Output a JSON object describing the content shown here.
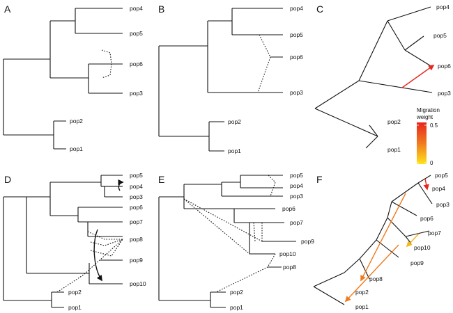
{
  "panels": {
    "A": {
      "letter": "A",
      "leaves": [
        "pop4",
        "pop5",
        "pop6",
        "pop3",
        "pop2",
        "pop1"
      ]
    },
    "B": {
      "letter": "B",
      "leaves": [
        "pop4",
        "pop5",
        "pop6",
        "pop3",
        "pop2",
        "pop1"
      ]
    },
    "C": {
      "letter": "C",
      "leaves": [
        "pop4",
        "pop5",
        "pop6",
        "pop3",
        "pop2",
        "pop1"
      ]
    },
    "D": {
      "letter": "D",
      "leaves": [
        "pop5",
        "pop4",
        "pop3",
        "pop6",
        "pop7",
        "pop8",
        "pop9",
        "pop10",
        "pop2",
        "pop1"
      ]
    },
    "E": {
      "letter": "E",
      "leaves": [
        "pop5",
        "pop4",
        "pop3",
        "pop6",
        "pop7",
        "pop9",
        "pop10",
        "pop8",
        "pop2",
        "pop1"
      ]
    },
    "F": {
      "letter": "F",
      "leaves": [
        "pop5",
        "pop4",
        "pop3",
        "pop6",
        "pop7",
        "pop10",
        "pop9",
        "pop8",
        "pop2",
        "pop1"
      ]
    }
  },
  "legend": {
    "title_line1": "Migration",
    "title_line2": "weight",
    "max_label": "0.5",
    "min_label": "0",
    "color_high": "#e8261e",
    "color_mid": "#f07a1e",
    "color_low": "#ffe21a"
  }
}
